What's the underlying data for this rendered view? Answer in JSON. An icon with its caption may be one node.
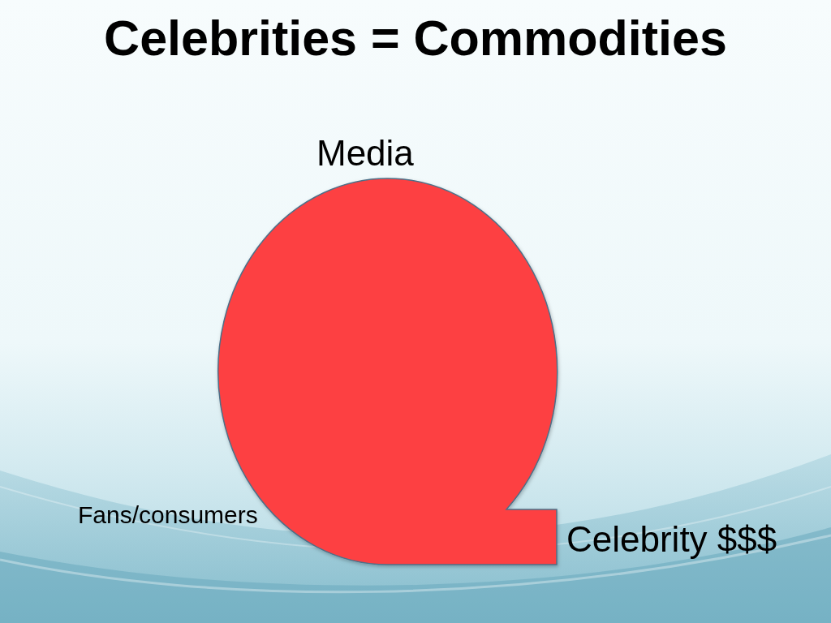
{
  "diagram": {
    "title": "Celebrities = Commodities",
    "labels": [
      "Media",
      "Fans/consumers",
      "Celebrity $$$"
    ]
  }
}
